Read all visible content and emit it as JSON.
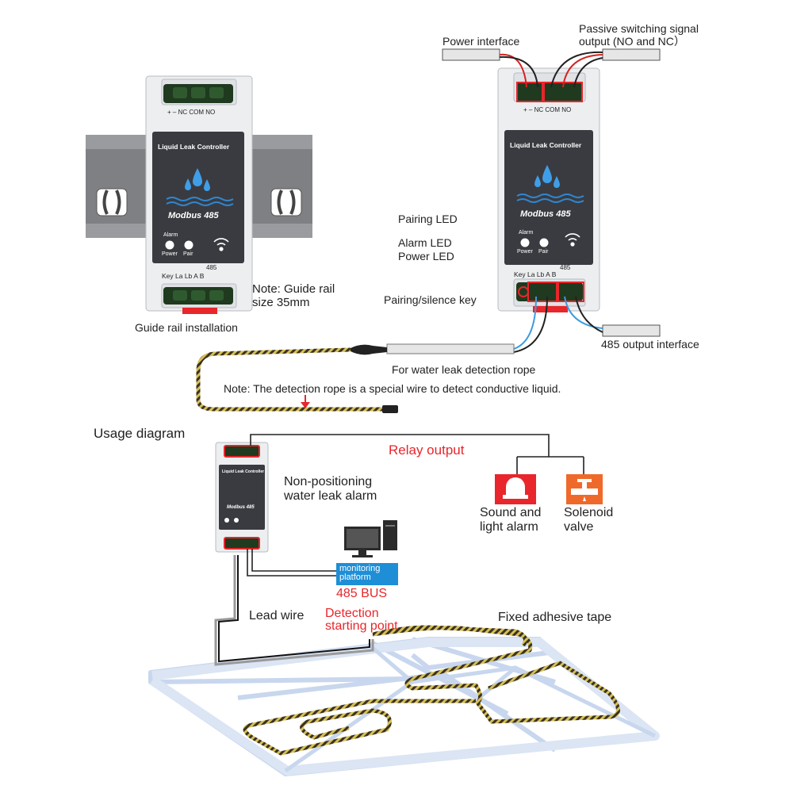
{
  "device": {
    "title": "Liquid Leak Controller",
    "modbus": "Modbus 485",
    "modbus_small": "Modbus 485",
    "alarm": "Alarm",
    "power": "Power",
    "pair": "Pair",
    "top_terminals": "+   –  NC COM NO",
    "bottom_485": "485",
    "bottom_terminals": "Key  La  Lb   A   B"
  },
  "labels": {
    "guide_rail_note": "Note: Guide rail\nsize 35mm",
    "guide_rail_installation": "Guide rail installation",
    "power_interface": "Power interface",
    "passive_switching": "Passive switching signal\noutput (NO and NC）",
    "pairing_led": "Pairing LED",
    "alarm_led": "Alarm LED",
    "power_led": "Power LED",
    "pairing_silence_key": "Pairing/silence key",
    "output_485_interface": "485 output interface",
    "water_leak_rope": "For water leak detection rope",
    "rope_note": "Note: The detection rope is a special wire to detect conductive liquid.",
    "usage_diagram": "Usage diagram",
    "relay_output": "Relay output",
    "non_positioning": "Non-positioning\nwater leak alarm",
    "sound_light_alarm": "Sound and\nlight alarm",
    "solenoid_valve": "Solenoid\nvalve",
    "monitoring_platform": "monitoring\nplatform",
    "bus_485": "485 BUS",
    "lead_wire": "Lead wire",
    "detection_starting_point": "Detection\nstarting point",
    "fixed_adhesive_tape": "Fixed adhesive tape"
  },
  "colors": {
    "device_body": "#eceef0",
    "panel": "#3a3b40",
    "terminal_green": "#1f3a1f",
    "terminal_red": "#e8262b",
    "label_red": "#e8262b",
    "platform_blue": "#1e8fd6",
    "alarm_red": "#e8262b",
    "valve_orange": "#ef6a2a",
    "rope_yellow": "#c8b14a",
    "floor_line": "#c8d7ee",
    "wire_blue": "#3b9be0",
    "wire_red": "#d42323"
  }
}
